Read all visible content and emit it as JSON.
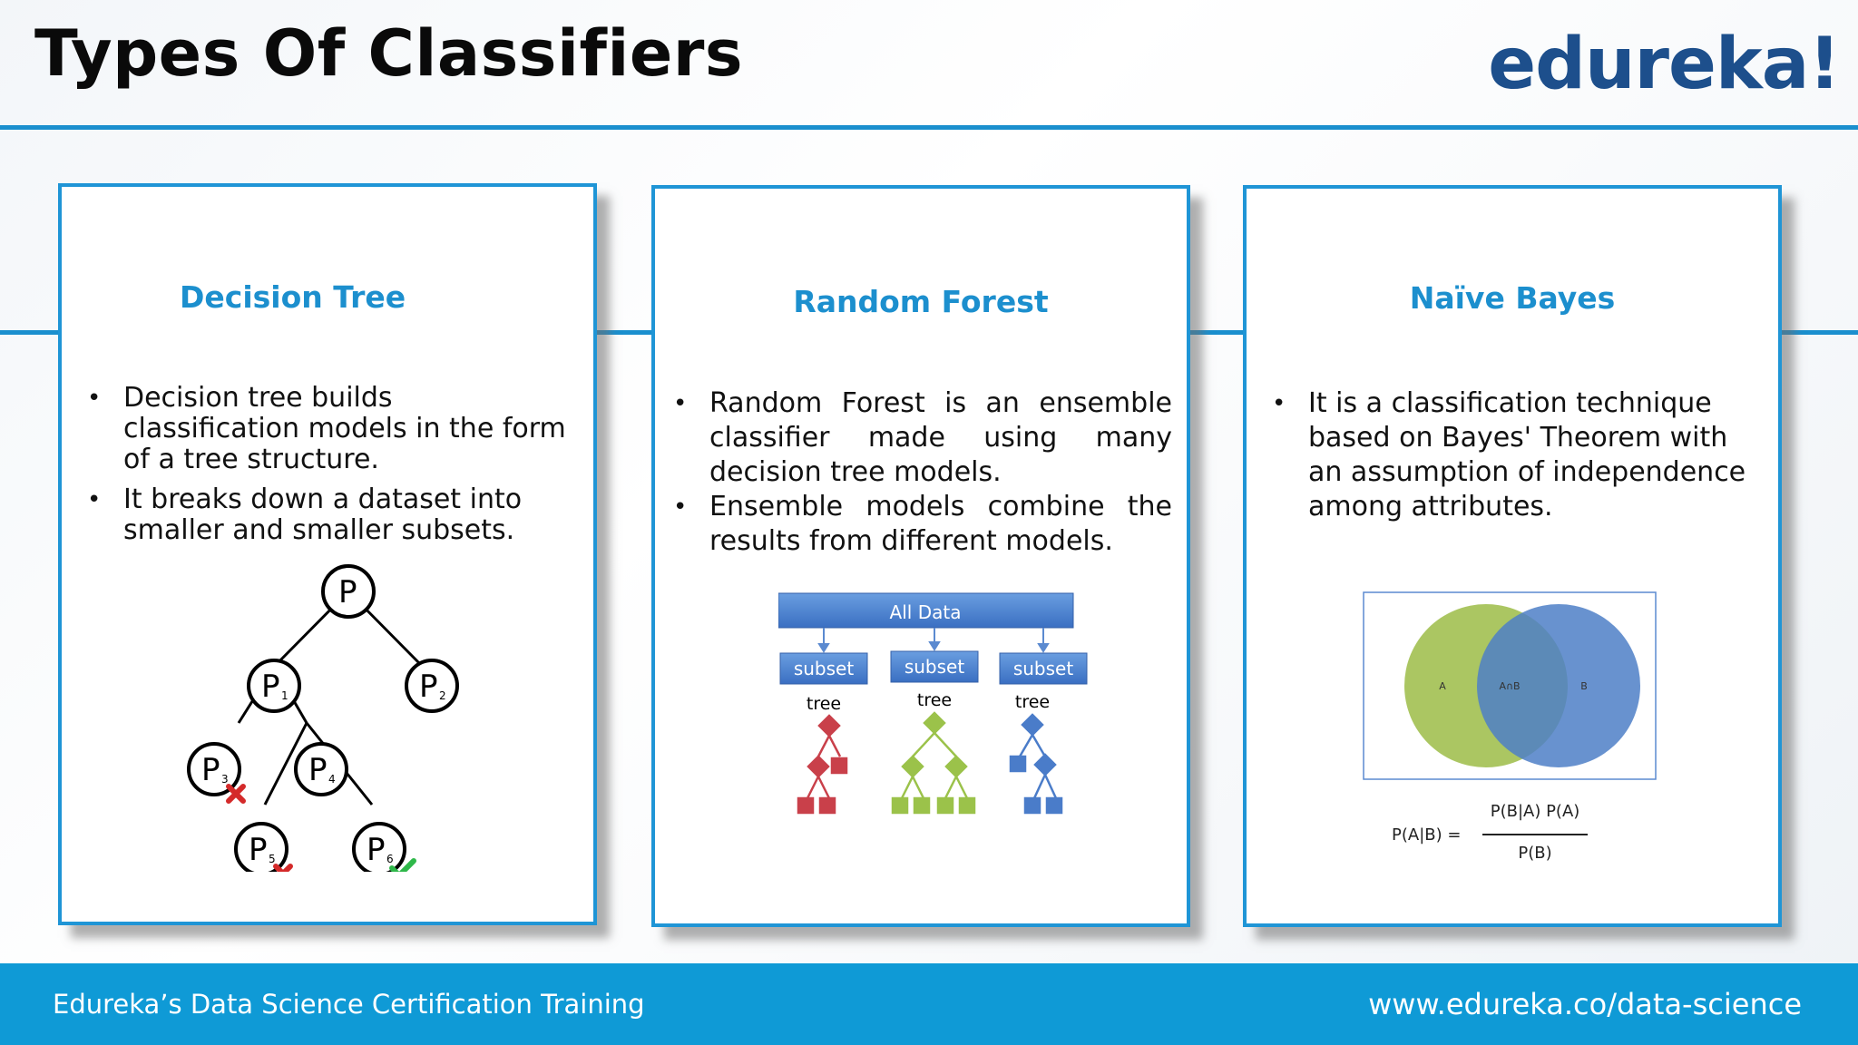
{
  "header": {
    "title": "Types Of Classifiers",
    "logo_text": "edureka!"
  },
  "cards": {
    "decision_tree": {
      "heading": "Decision Tree",
      "bullets": [
        "Decision tree builds classification models in the form of a tree structure.",
        "It breaks down a dataset into smaller and smaller subsets."
      ],
      "nodes": {
        "root": "P",
        "p1": "P",
        "p1_sub": "1",
        "p2": "P",
        "p2_sub": "2",
        "p3": "P",
        "p3_sub": "3",
        "p4": "P",
        "p4_sub": "4",
        "p5": "P",
        "p5_sub": "5",
        "p6": "P",
        "p6_sub": "6"
      }
    },
    "random_forest": {
      "heading": "Random Forest",
      "bullets": [
        "Random Forest is an ensemble classifier made using many decision tree models.",
        "Ensemble models combine the results from different models."
      ],
      "diagram": {
        "all_data": "All Data",
        "subsets": [
          "subset",
          "subset",
          "subset"
        ],
        "trees": [
          "tree",
          "tree",
          "tree"
        ],
        "colors": [
          "#c9404a",
          "#9bc24a",
          "#4a7cc9"
        ]
      }
    },
    "naive_bayes": {
      "heading": "Naïve Bayes",
      "bullets": [
        "It is a classification technique based on Bayes' Theorem with an assumption of independence among attributes."
      ],
      "venn": {
        "a": "A",
        "intersection": "A∩B",
        "b": "B"
      },
      "formula": {
        "lhs": "P(A|B) =",
        "numerator": "P(B|A) P(A)",
        "denominator": "P(B)"
      }
    }
  },
  "footer": {
    "left": "Edureka’s Data Science Certification Training",
    "right": "www.edureka.co/data-science"
  },
  "colors": {
    "accent": "#1c8fce",
    "footer": "#0f9ad6",
    "logo": "#1d4f8c"
  }
}
